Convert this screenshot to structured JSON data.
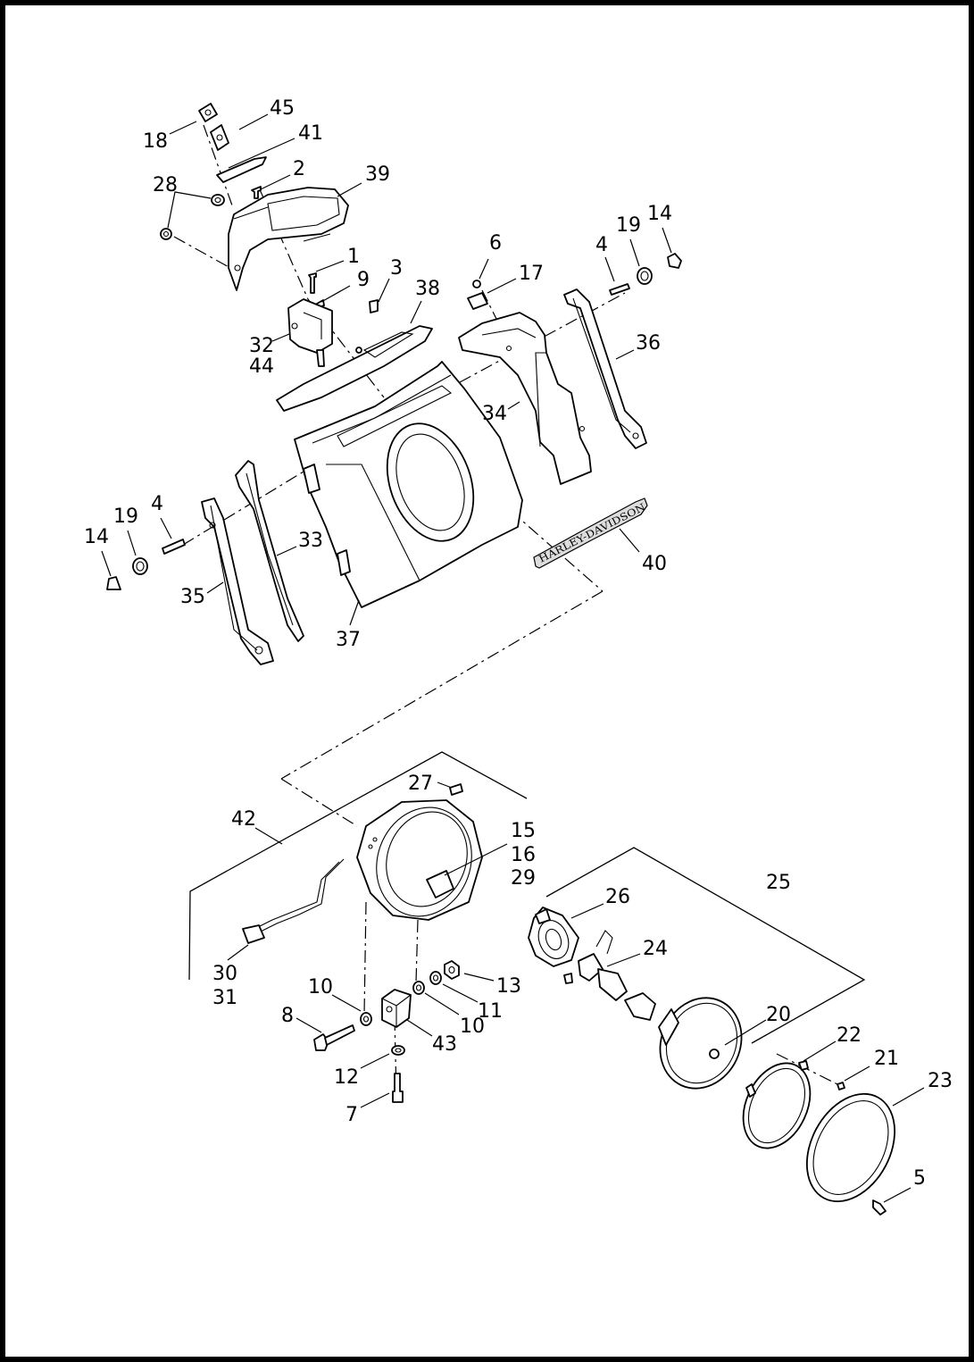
{
  "diagram": {
    "callouts": [
      {
        "id": "c45",
        "text": "45"
      },
      {
        "id": "c18",
        "text": "18"
      },
      {
        "id": "c41",
        "text": "41"
      },
      {
        "id": "c2",
        "text": "2"
      },
      {
        "id": "c28",
        "text": "28"
      },
      {
        "id": "c39",
        "text": "39"
      },
      {
        "id": "c1",
        "text": "1"
      },
      {
        "id": "c9",
        "text": "9"
      },
      {
        "id": "c3",
        "text": "3"
      },
      {
        "id": "c38",
        "text": "38"
      },
      {
        "id": "c6",
        "text": "6"
      },
      {
        "id": "c17",
        "text": "17"
      },
      {
        "id": "c4a",
        "text": "4"
      },
      {
        "id": "c19a",
        "text": "19"
      },
      {
        "id": "c14a",
        "text": "14"
      },
      {
        "id": "c36",
        "text": "36"
      },
      {
        "id": "c32",
        "text": "32"
      },
      {
        "id": "c44",
        "text": "44"
      },
      {
        "id": "c34",
        "text": "34"
      },
      {
        "id": "c4b",
        "text": "4"
      },
      {
        "id": "c19b",
        "text": "19"
      },
      {
        "id": "c14b",
        "text": "14"
      },
      {
        "id": "c33",
        "text": "33"
      },
      {
        "id": "c35",
        "text": "35"
      },
      {
        "id": "c40",
        "text": "40"
      },
      {
        "id": "c37",
        "text": "37"
      },
      {
        "id": "c27",
        "text": "27"
      },
      {
        "id": "c42",
        "text": "42"
      },
      {
        "id": "c15",
        "text": "15"
      },
      {
        "id": "c16",
        "text": "16"
      },
      {
        "id": "c29",
        "text": "29"
      },
      {
        "id": "c25",
        "text": "25"
      },
      {
        "id": "c26",
        "text": "26"
      },
      {
        "id": "c24",
        "text": "24"
      },
      {
        "id": "c30",
        "text": "30"
      },
      {
        "id": "c31",
        "text": "31"
      },
      {
        "id": "c10a",
        "text": "10"
      },
      {
        "id": "c13",
        "text": "13"
      },
      {
        "id": "c11",
        "text": "11"
      },
      {
        "id": "c10b",
        "text": "10"
      },
      {
        "id": "c8",
        "text": "8"
      },
      {
        "id": "c43",
        "text": "43"
      },
      {
        "id": "c20",
        "text": "20"
      },
      {
        "id": "c22",
        "text": "22"
      },
      {
        "id": "c21",
        "text": "21"
      },
      {
        "id": "c12",
        "text": "12"
      },
      {
        "id": "c23",
        "text": "23"
      },
      {
        "id": "c7",
        "text": "7"
      },
      {
        "id": "c5",
        "text": "5"
      }
    ],
    "emblem_text": "HARLEY-DAVIDSON"
  }
}
